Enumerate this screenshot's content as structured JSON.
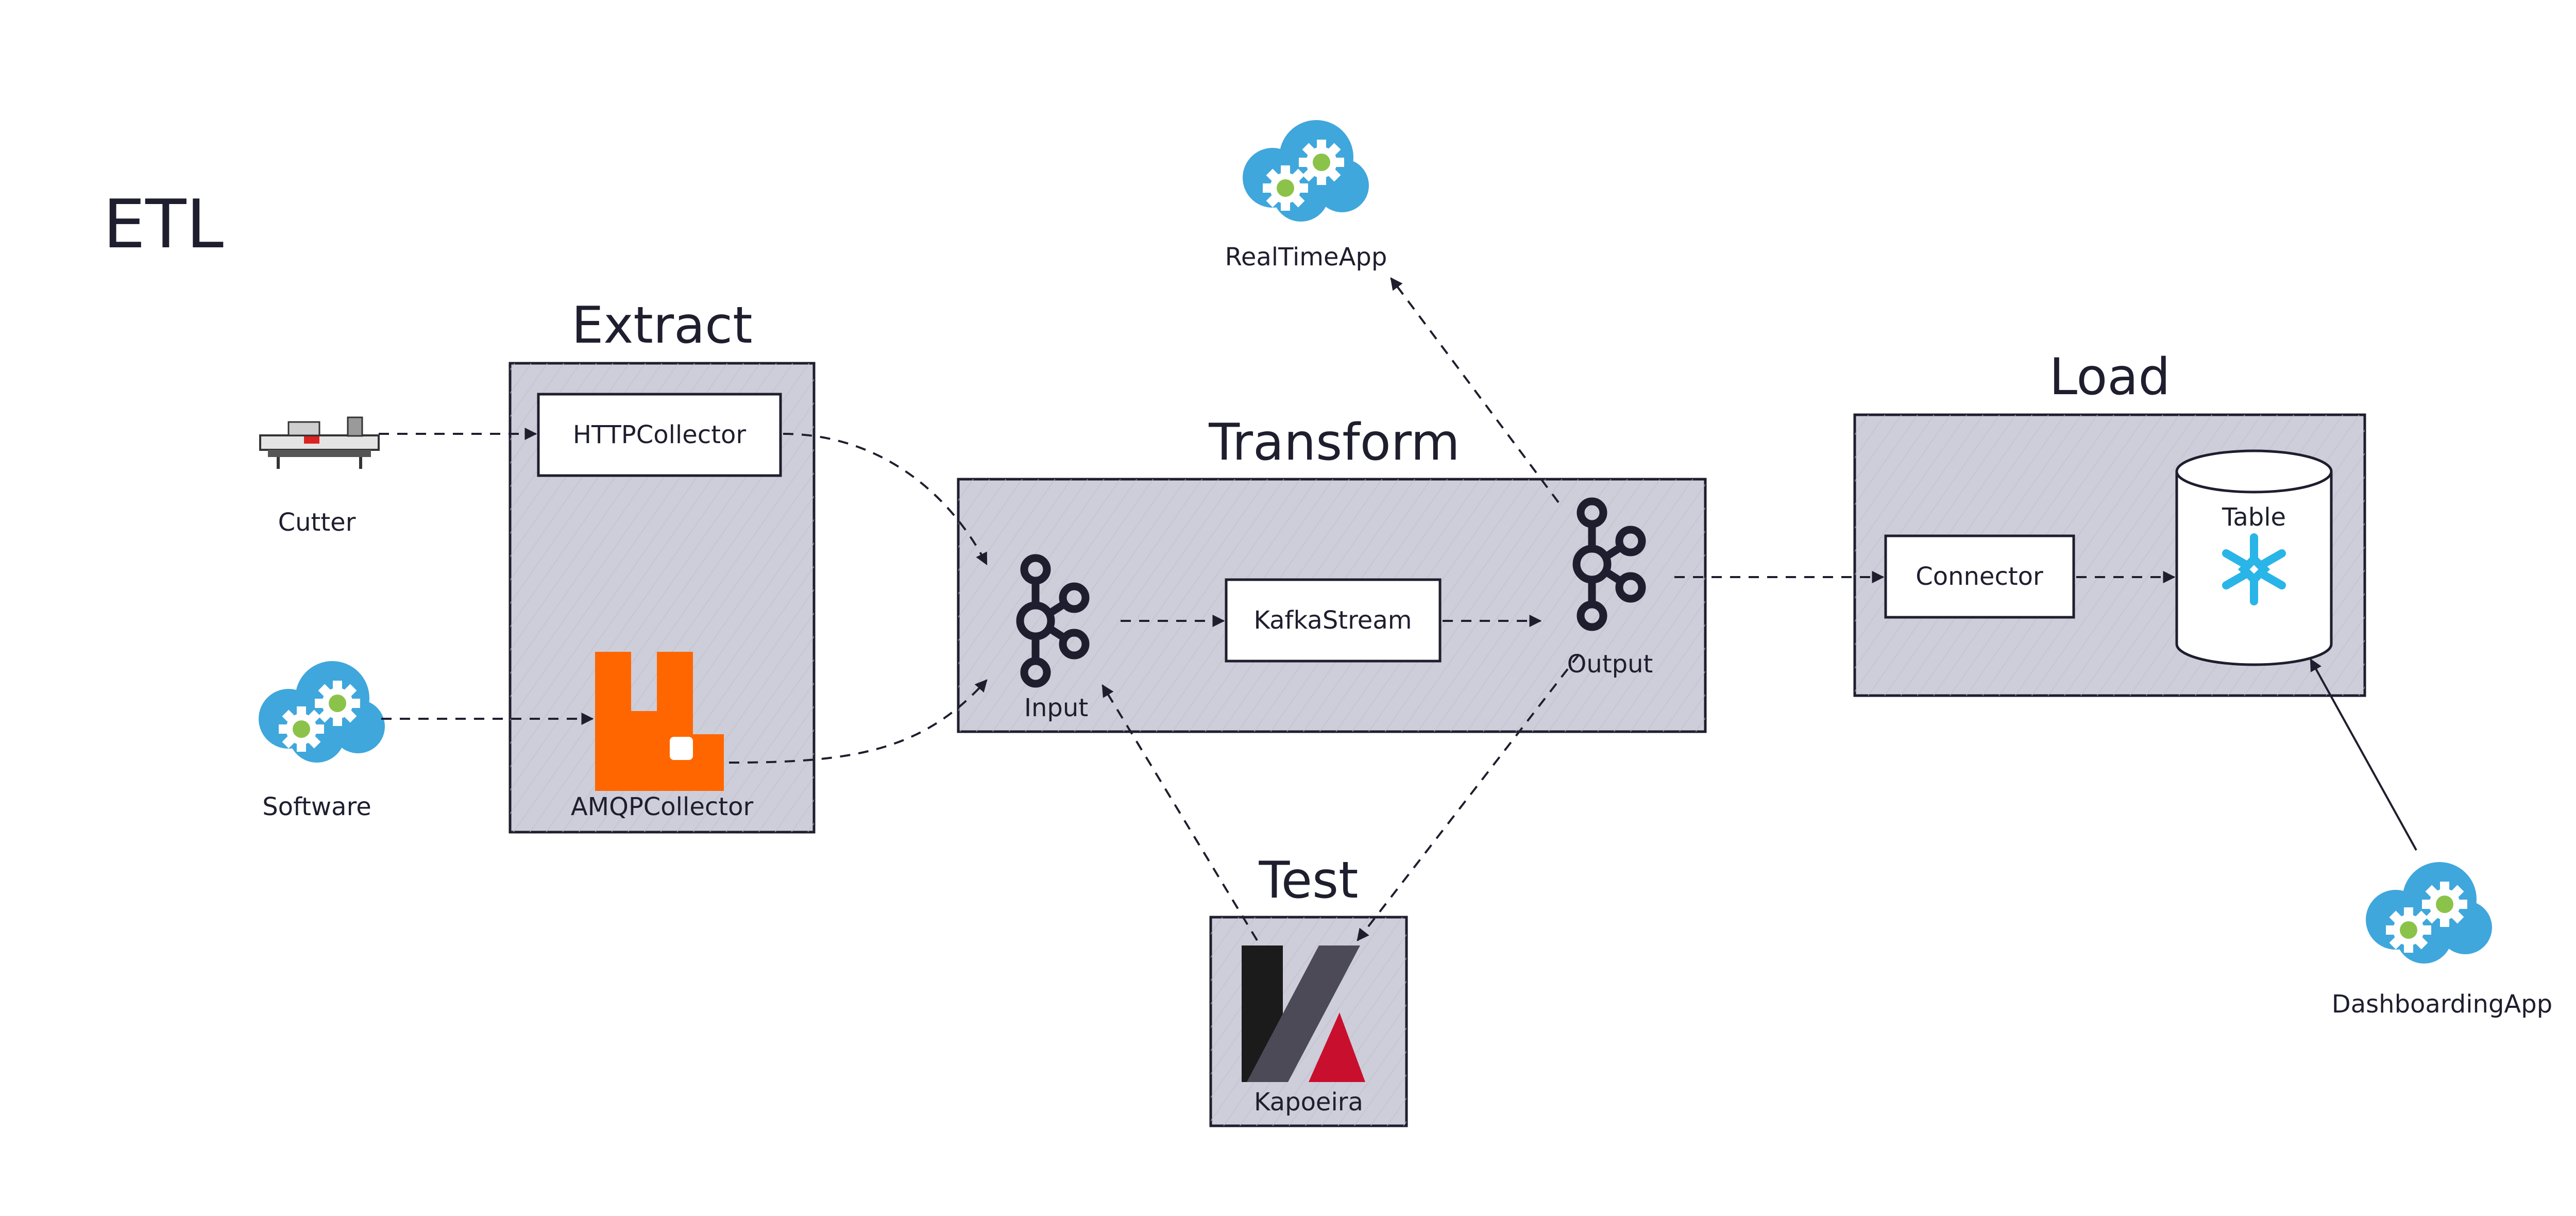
{
  "diagram": {
    "title": "ETL",
    "title_color": "#8b1212",
    "group_fill": "#cdced9",
    "stroke_color": "#1e1e2e",
    "groups": {
      "extract": "Extract",
      "transform": "Transform",
      "load": "Load",
      "test": "Test"
    },
    "sources": {
      "cutter": "Cutter",
      "software": "Software"
    },
    "extract": {
      "http": "HTTPCollector",
      "amqp": "AMQPCollector"
    },
    "transform": {
      "input": "Input",
      "stream": "KafkaStream",
      "output": "Output"
    },
    "load": {
      "connector": "Connector",
      "table": "Table"
    },
    "consumers": {
      "realtime": "RealTimeApp",
      "dashboard": "DashboardingApp"
    },
    "test": {
      "tool": "Kapoeira"
    },
    "icons": {
      "cloud": "cloud-gears-icon",
      "kafka": "kafka-icon",
      "rabbit": "rabbitmq-icon",
      "snowflake": "snowflake-icon",
      "kapoeira": "kapoeira-logo",
      "cutter": "cutter-machine-icon"
    },
    "colors": {
      "cloud": "#3fa7dc",
      "gear_center": "#8bc34a",
      "rabbit": "#ff6600",
      "snowflake": "#29b5e8",
      "kapoeira_dark": "#1b1b1b",
      "kapoeira_gray": "#4d4a57",
      "kapoeira_red": "#c8102e"
    }
  }
}
